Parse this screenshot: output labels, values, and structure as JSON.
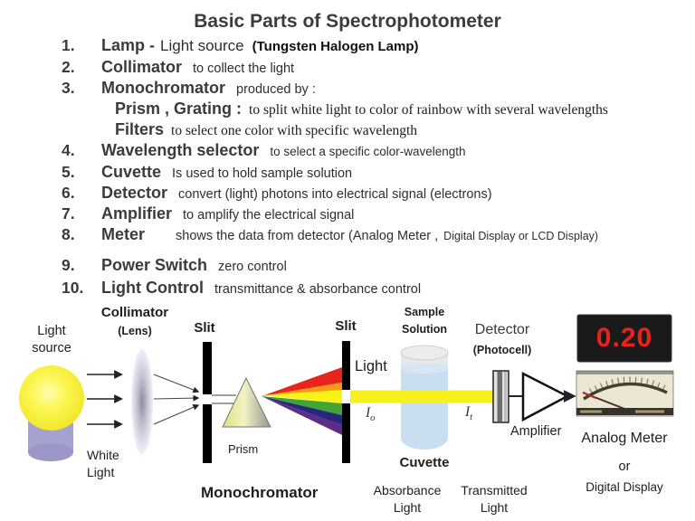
{
  "title": "Basic Parts of Spectrophotometer",
  "list": [
    {
      "num": "1.",
      "term": "Lamp -",
      "desc": "Light source",
      "note": "(Tungsten Halogen Lamp)"
    },
    {
      "num": "2.",
      "term": "Collimator",
      "desc": "to collect the light"
    },
    {
      "num": "3.",
      "term": "Monochromator",
      "desc": "produced by :"
    },
    {
      "num": "",
      "term": "Prism , Grating :",
      "desc": "to split white light to color of rainbow with several wavelengths"
    },
    {
      "num": "",
      "term": "Filters",
      "desc": "to select one color with specific wavelength"
    },
    {
      "num": "4.",
      "term": "Wavelength selector",
      "desc": "to select a specific color-wavelength"
    },
    {
      "num": "5.",
      "term": "Cuvette",
      "desc": "Is used to hold sample solution"
    },
    {
      "num": "6.",
      "term": "Detector",
      "desc": "convert (light) photons into electrical signal (electrons)"
    },
    {
      "num": "7.",
      "term": "Amplifier",
      "desc": "to amplify the electrical signal"
    },
    {
      "num": "8.",
      "term": "Meter",
      "desc": "shows the data from detector  (Analog Meter ,",
      "small": "Digital Display  or  LCD Display)"
    },
    {
      "num": "9.",
      "term": "Power Switch",
      "desc": "zero control"
    },
    {
      "num": "10.",
      "term": "Light Control",
      "desc": "transmittance & absorbance control"
    }
  ],
  "diagram": {
    "light_source": "Light\nsource",
    "collimator": "Collimator",
    "lens": "(Lens)",
    "slit_left": "Slit",
    "white_light": "White\nLight",
    "prism": "Prism",
    "monochromator": "Monochromator",
    "slit_right": "Slit",
    "light": "Light",
    "incident_symbol": {
      "symbol": "I",
      "sub": "o"
    },
    "transmitted_symbol": {
      "symbol": "I",
      "sub": "t"
    },
    "sample_solution": "Sample\nSolution",
    "cuvette": "Cuvette",
    "absorbance_light": "Absorbance\nLight",
    "transmitted_light": "Transmitted\nLight",
    "detector": "Detector",
    "photocell": "(Photocell)",
    "amplifier": "Amplifier",
    "display_value": "0.20",
    "analog_meter": "Analog Meter",
    "or": "or",
    "digital_display": "Digital Display"
  },
  "colors": {
    "display_value_red": "#e8231e",
    "beam_yellow": "#f7f01c",
    "bulb_yellow": "#f5ee3b",
    "bulb_base_lavender": "#a5a1d1",
    "cuvette_liquid_blue": "#c9def0",
    "rainbow": [
      "#e8251d",
      "#f59a15",
      "#f8f316",
      "#43a433",
      "#28277e",
      "#5c2d87"
    ]
  }
}
